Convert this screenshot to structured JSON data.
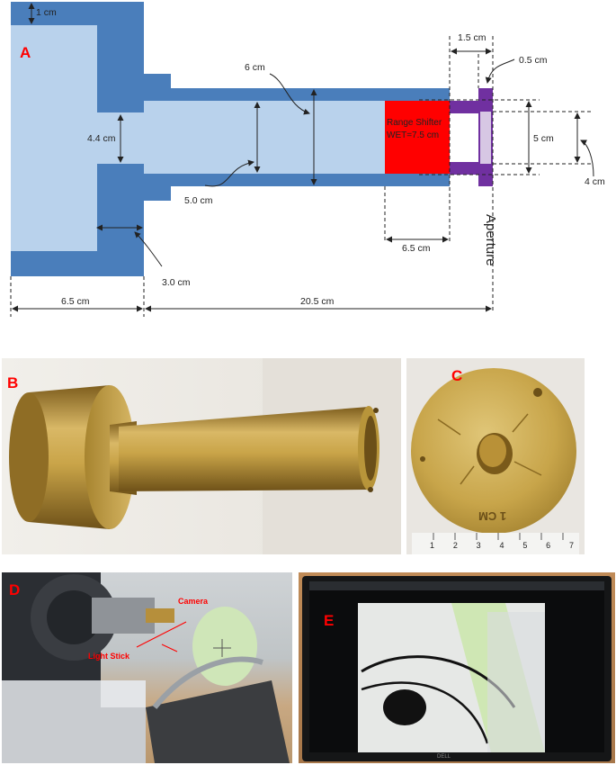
{
  "panels": {
    "A": "A",
    "B": "B",
    "C": "C",
    "D": "D",
    "E": "E"
  },
  "diagram": {
    "dims": {
      "wall_top": "1 cm",
      "width_1_5": "1.5 cm",
      "width_0_5": "0.5 cm",
      "inner_6": "6 cm",
      "neck_4_4": "4.4 cm",
      "outer_5": "5 cm",
      "aperture_4": "4 cm",
      "tube_5_0": "5.0 cm",
      "wall_3_0": "3.0 cm",
      "rs_len": "6.5 cm",
      "base_len": "6.5 cm",
      "total_len": "20.5 cm"
    },
    "range_shifter": [
      "Range Shifter",
      "WET=7.5 cm"
    ],
    "aperture_label": "Aperture"
  },
  "photo_c": {
    "plate_text": "1 CM",
    "ruler_ticks": [
      "1",
      "2",
      "3",
      "4",
      "5",
      "6",
      "7"
    ]
  },
  "photo_d": {
    "camera_label": "Camera",
    "light_stick_label": "Light Stick"
  },
  "colors": {
    "brass": "#b8953a",
    "dark_blue": "#4a7ebb",
    "light_blue": "#b9d2ec",
    "range_shifter": "#ff0000",
    "aperture_purple": "#7030a0",
    "label_red": "#ff0000"
  }
}
